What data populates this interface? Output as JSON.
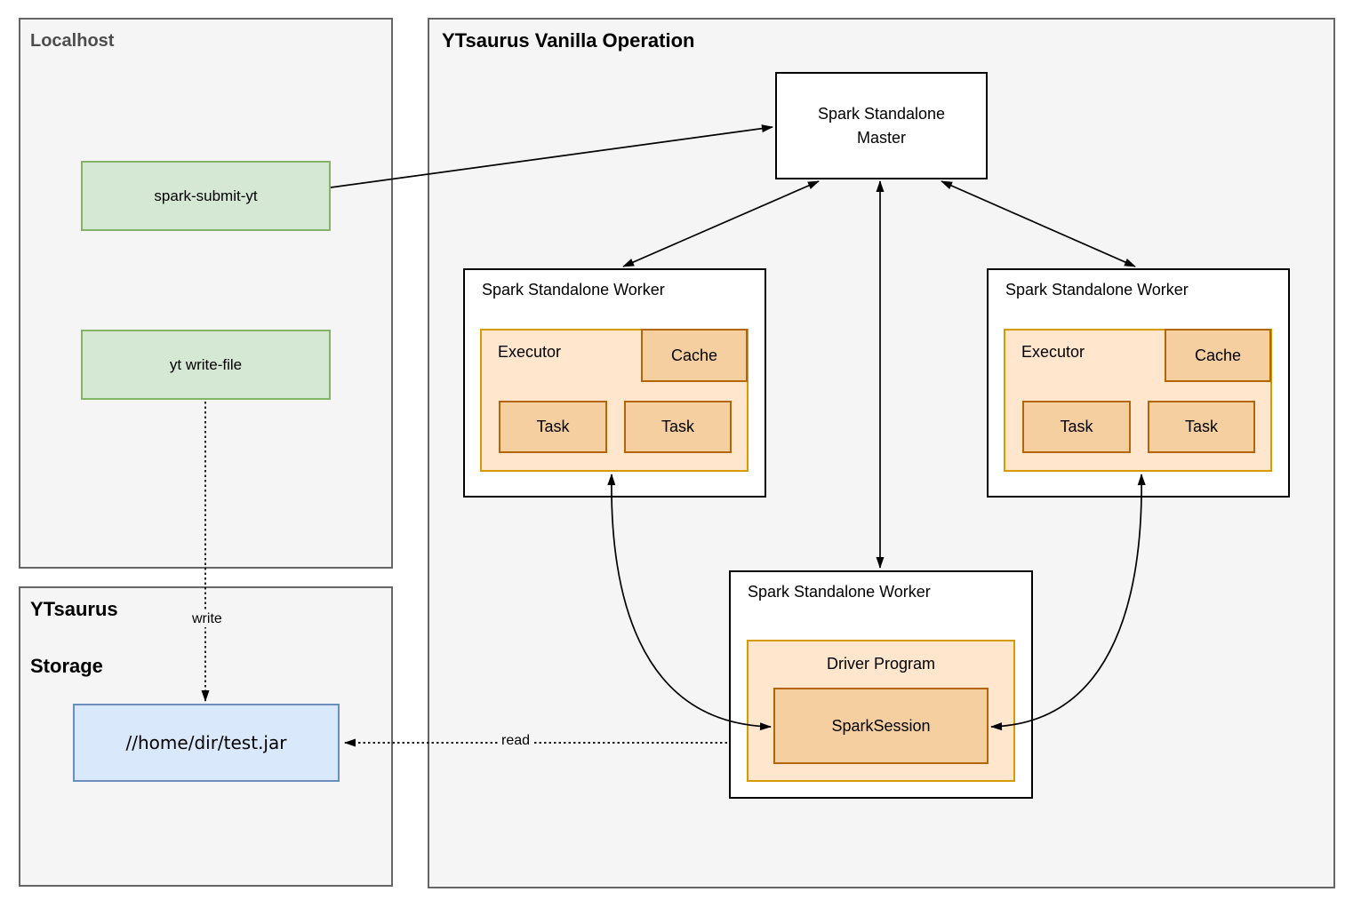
{
  "localhost": {
    "title": "Localhost",
    "spark_submit": "spark-submit-yt",
    "yt_write_file": "yt write-file"
  },
  "storage": {
    "title_line1": "YTsaurus",
    "title_line2": "Storage",
    "jar_path": "//home/dir/test.jar"
  },
  "operation": {
    "title": "YTsaurus Vanilla Operation",
    "master_line1": "Spark Standalone",
    "master_line2": "Master",
    "worker_title": "Spark Standalone Worker",
    "executor": "Executor",
    "cache": "Cache",
    "task": "Task",
    "driver": "Driver Program",
    "spark_session": "SparkSession"
  },
  "edges": {
    "write": "write",
    "read": "read"
  },
  "colors": {
    "container_fill": "#f5f5f5",
    "container_border": "#666666",
    "green_fill": "#d5e8d4",
    "green_border": "#82b366",
    "blue_fill": "#dae8fc",
    "blue_border": "#6c8ebf",
    "orange_light_fill": "#ffe6cc",
    "orange_light_border": "#d79b00",
    "orange_dark_fill": "#f6cfa0",
    "orange_dark_border": "#b46504",
    "node_fill": "#ffffff",
    "node_border": "#000000",
    "arrow": "#000000"
  }
}
